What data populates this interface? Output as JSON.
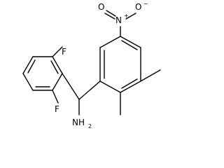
{
  "atoms": {
    "F_top": "F",
    "F_bottom": "F",
    "N": "N",
    "N_charge": "+",
    "O_left": "O",
    "O_right": "O",
    "O_right_charge": "−",
    "amine": "NH",
    "amine_subscript": "2"
  }
}
